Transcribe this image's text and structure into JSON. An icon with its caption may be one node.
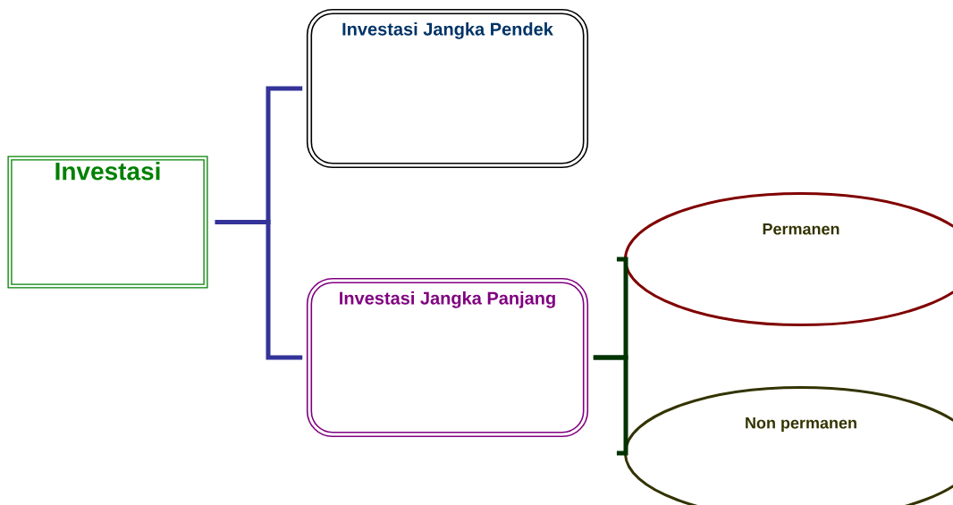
{
  "diagram": {
    "nodes": [
      {
        "text": [
          "Investasi"
        ]
      },
      {
        "text": [
          "Investasi Jangka Pendek"
        ]
      },
      {
        "text": [
          "Investasi Jangka Panjang"
        ]
      },
      {
        "text": [
          "Permanen"
        ]
      },
      {
        "text": [
          "Non permanen"
        ]
      }
    ],
    "edges": [
      {
        "from": 0,
        "to": 1,
        "arrow": "none",
        "color": "#333399"
      },
      {
        "from": 0,
        "to": 2,
        "arrow": "none",
        "color": "#333399"
      },
      {
        "from": 2,
        "to": 3,
        "arrow": "none",
        "color": "#003300"
      },
      {
        "from": 2,
        "to": 4,
        "arrow": "none",
        "color": "#003300"
      }
    ]
  }
}
